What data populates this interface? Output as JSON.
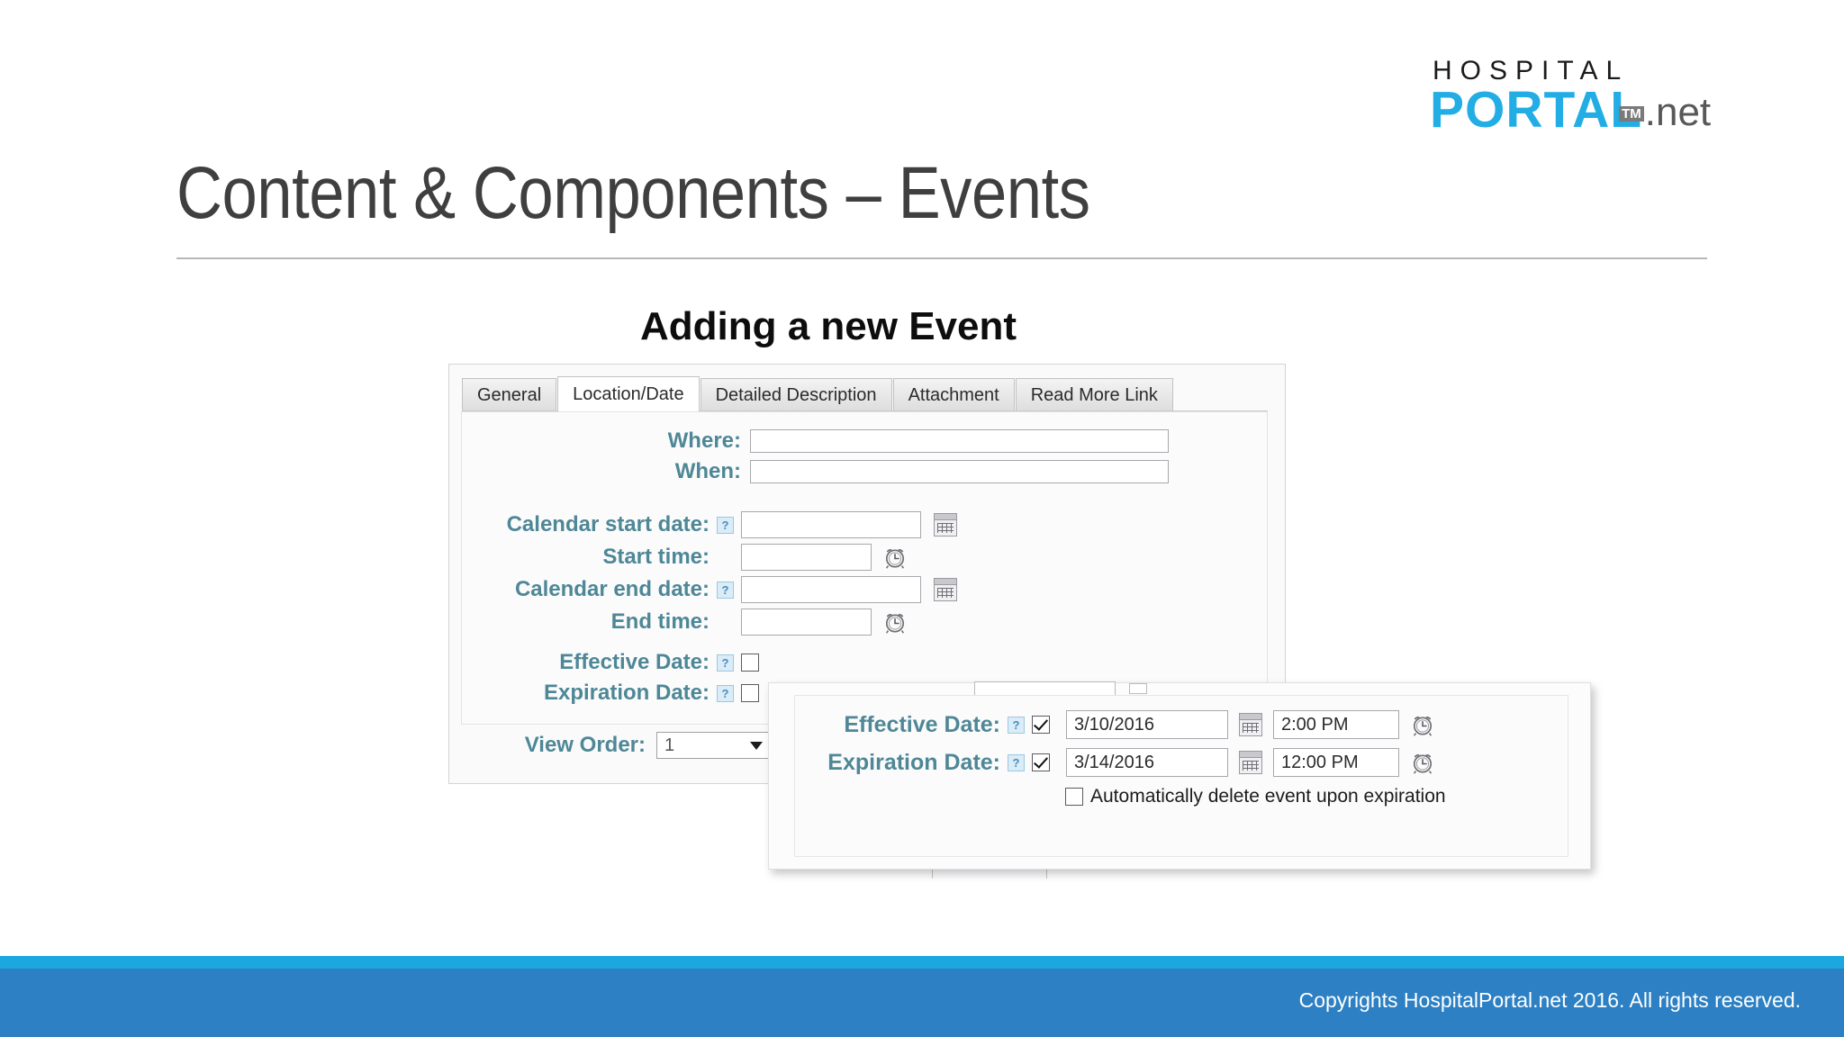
{
  "logo": {
    "line1": "HOSPITAL",
    "line2": "PORTAL",
    "tm": "TM",
    "suffix": ".net"
  },
  "title": "Content & Components – Events",
  "subheading": "Adding a new Event",
  "form": {
    "tabs": [
      {
        "label": "General",
        "active": false
      },
      {
        "label": "Location/Date",
        "active": true
      },
      {
        "label": "Detailed Description",
        "active": false
      },
      {
        "label": "Attachment",
        "active": false
      },
      {
        "label": "Read More Link",
        "active": false
      }
    ],
    "fields": {
      "where_label": "Where:",
      "where_value": "",
      "when_label": "When:",
      "when_value": "",
      "calendar_start_date_label": "Calendar start date:",
      "calendar_start_date_value": "",
      "start_time_label": "Start time:",
      "start_time_value": "",
      "calendar_end_date_label": "Calendar end date:",
      "calendar_end_date_value": "",
      "end_time_label": "End time:",
      "end_time_value": "",
      "effective_date_label": "Effective Date:",
      "effective_date_checked": false,
      "expiration_date_label": "Expiration Date:",
      "expiration_date_checked": false,
      "view_order_label": "View Order:",
      "view_order_value": "1"
    },
    "help_icon_glyph": "?"
  },
  "overlay": {
    "effective_date_label": "Effective Date:",
    "effective_date_checked": true,
    "effective_date_value": "3/10/2016",
    "effective_time_value": "2:00 PM",
    "expiration_date_label": "Expiration Date:",
    "expiration_date_checked": true,
    "expiration_date_value": "3/14/2016",
    "expiration_time_value": "12:00 PM",
    "auto_delete_label": "Automatically delete event upon expiration",
    "auto_delete_checked": false,
    "help_icon_glyph": "?"
  },
  "footer": {
    "copyright": "Copyrights HospitalPortal.net 2016. All rights reserved."
  },
  "colors": {
    "brand_cyan": "#22ADE4",
    "footer_strip": "#1BA7DF",
    "footer_band": "#2C80C3",
    "label_teal": "#4E8796",
    "title_gray": "#3F3F3F"
  }
}
